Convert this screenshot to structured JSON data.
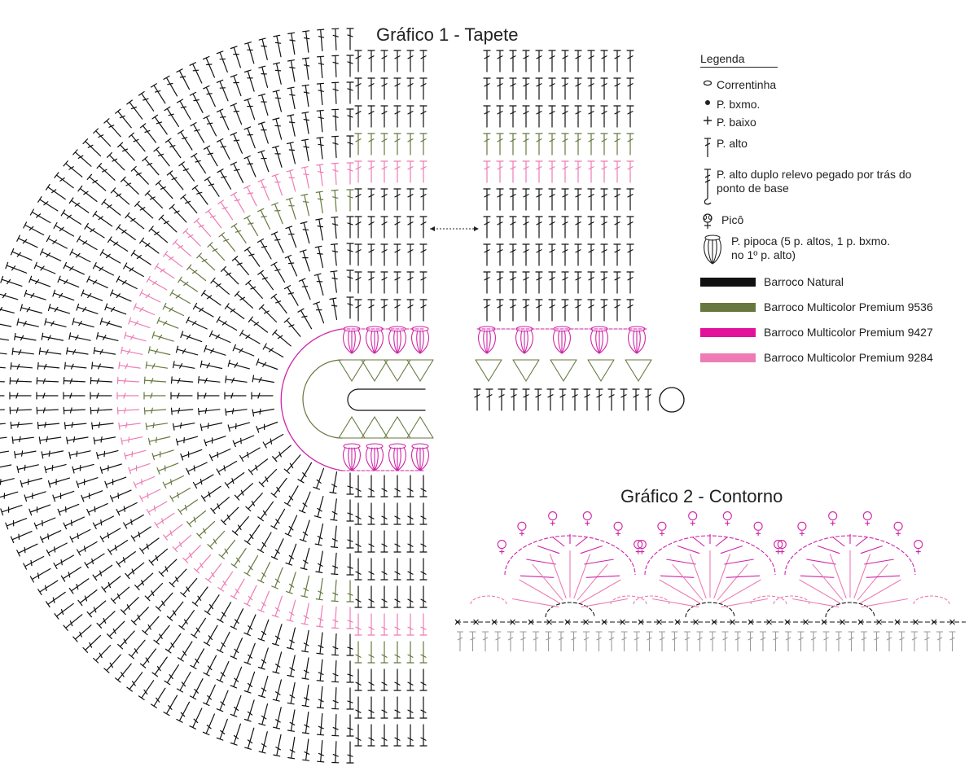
{
  "titles": {
    "chart1": "Gráfico 1 - Tapete",
    "chart2": "Gráfico 2 - Contorno"
  },
  "legend": {
    "heading": "Legenda",
    "symbols": [
      {
        "icon": "chain-oval-icon",
        "label": "Correntinha"
      },
      {
        "icon": "slip-stitch-dot-icon",
        "label": "P. bxmo."
      },
      {
        "icon": "single-crochet-plus-icon",
        "label": "P. baixo"
      },
      {
        "icon": "double-crochet-icon",
        "label": "P. alto"
      },
      {
        "icon": "back-post-treble-icon",
        "label": "P. alto duplo relevo pegado por trás do ponto de base"
      },
      {
        "icon": "picot-icon",
        "label": "Picô"
      },
      {
        "icon": "popcorn-stitch-icon",
        "label": "P. pipoca (5 p. altos, 1 p. bxmo. no 1º p. alto)"
      }
    ],
    "colors": [
      {
        "label": "Barroco Natural",
        "hex": "#111111"
      },
      {
        "label": "Barroco Multicolor Premium 9536",
        "hex": "#66773f"
      },
      {
        "label": "Barroco Multicolor Premium 9427",
        "hex": "#e2139a"
      },
      {
        "label": "Barroco Multicolor Premium 9284",
        "hex": "#ee7cb4"
      }
    ]
  },
  "colors": {
    "black": "#111111",
    "green": "#66773f",
    "magenta": "#d024a6",
    "pink": "#ee7cb4",
    "gray": "#9a9a9a",
    "text": "#222222"
  }
}
